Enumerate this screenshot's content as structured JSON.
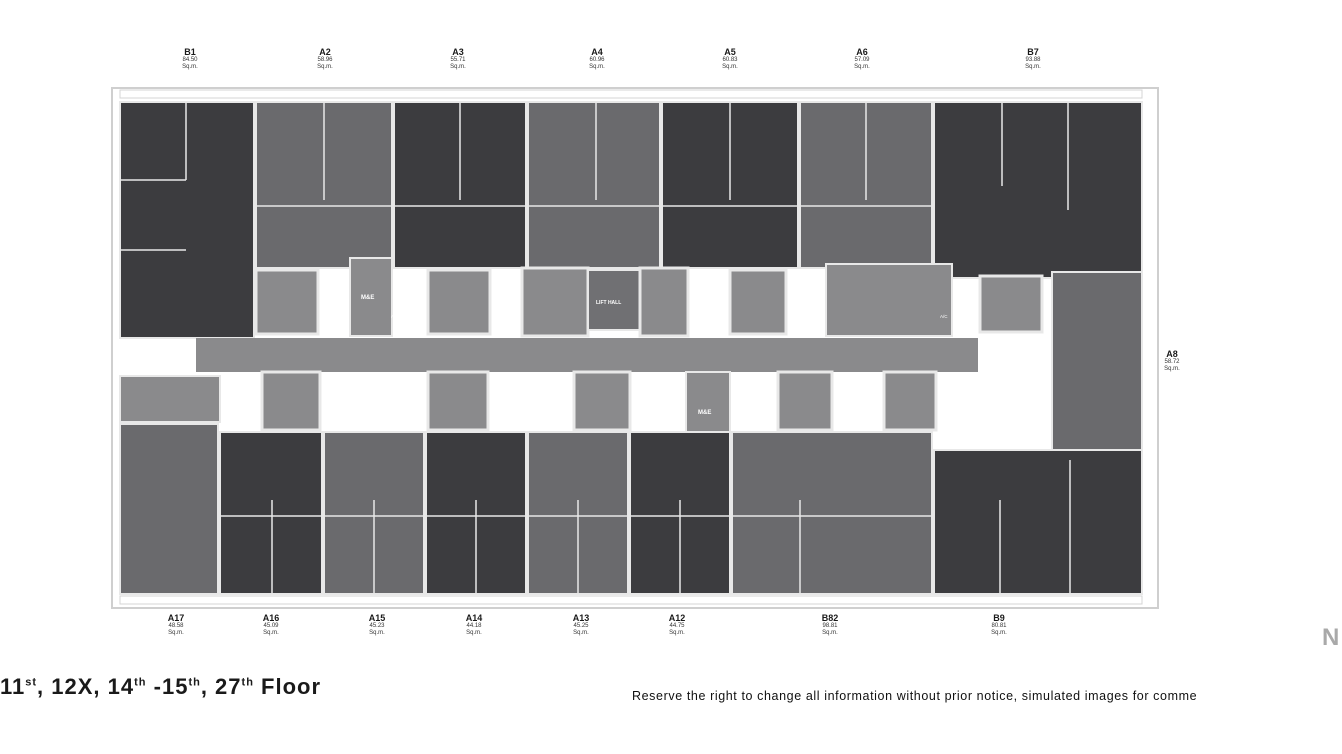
{
  "top_units": [
    {
      "code": "B1",
      "area": "84.50",
      "unit": "Sq.m."
    },
    {
      "code": "A2",
      "area": "58.96",
      "unit": "Sq.m."
    },
    {
      "code": "A3",
      "area": "55.71",
      "unit": "Sq.m."
    },
    {
      "code": "A4",
      "area": "60.96",
      "unit": "Sq.m."
    },
    {
      "code": "A5",
      "area": "60.83",
      "unit": "Sq.m."
    },
    {
      "code": "A6",
      "area": "57.09",
      "unit": "Sq.m."
    },
    {
      "code": "B7",
      "area": "93.88",
      "unit": "Sq.m."
    }
  ],
  "side_unit": {
    "code": "A8",
    "area": "58.72",
    "unit": "Sq.m."
  },
  "bottom_units": [
    {
      "code": "A17",
      "area": "48.58",
      "unit": "Sq.m."
    },
    {
      "code": "A16",
      "area": "45.09",
      "unit": "Sq.m."
    },
    {
      "code": "A15",
      "area": "45.23",
      "unit": "Sq.m."
    },
    {
      "code": "A14",
      "area": "44.18",
      "unit": "Sq.m."
    },
    {
      "code": "A13",
      "area": "45.25",
      "unit": "Sq.m."
    },
    {
      "code": "A12",
      "area": "44.75",
      "unit": "Sq.m."
    },
    {
      "code": "B82",
      "area": "98.81",
      "unit": "Sq.m."
    },
    {
      "code": "B9",
      "area": "80.81",
      "unit": "Sq.m."
    }
  ],
  "plan_labels": {
    "me_top": "M&E",
    "me_bottom": "M&E",
    "lift_hall": "LIFT HALL",
    "ac": "A/C"
  },
  "floor_title": {
    "f1": "11",
    "s1": "st",
    "sep1": ", 12X, ",
    "f2": "14",
    "s2": "th",
    "sep2": " -15",
    "s3": "th",
    "sep3": ", 27",
    "s4": "th",
    "word": " Floor"
  },
  "disclaimer": "Reserve the right to change all information without prior notice, simulated images for comme",
  "north_symbol": "N",
  "colors": {
    "unit_dark": "#3c3c3f",
    "unit_mid": "#5a5a5d",
    "unit_light": "#767679",
    "corridor": "#8a8a8c",
    "wall": "#e8e8e8"
  }
}
